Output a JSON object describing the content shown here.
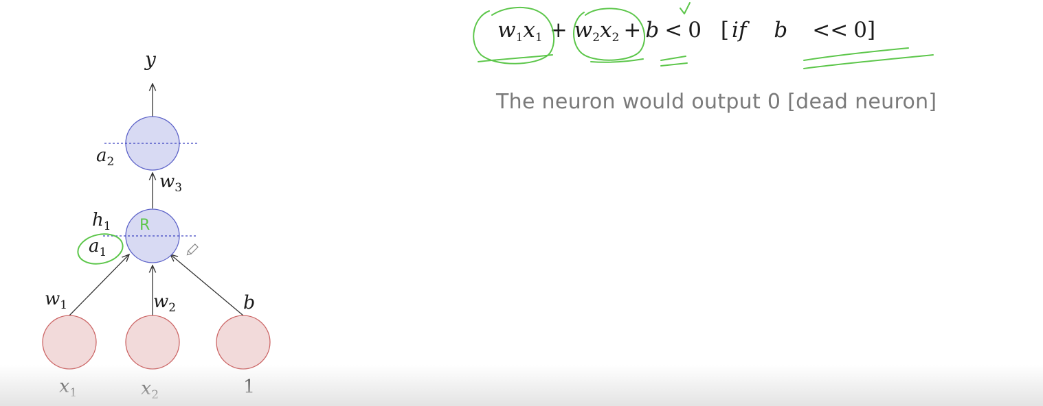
{
  "diagram": {
    "output_label": "y",
    "output_activation": {
      "base": "a",
      "sub": "2"
    },
    "hidden_preactivation": {
      "base": "h",
      "sub": "1"
    },
    "hidden_activation": {
      "base": "a",
      "sub": "1"
    },
    "hidden_mark": "R",
    "weights": {
      "w1": {
        "base": "w",
        "sub": "1"
      },
      "w2": {
        "base": "w",
        "sub": "2"
      },
      "w3": {
        "base": "w",
        "sub": "3"
      },
      "b": "b"
    },
    "inputs": {
      "x1": {
        "base": "x",
        "sub": "1"
      },
      "x2": {
        "base": "x",
        "sub": "2"
      },
      "bias": "1"
    },
    "colors": {
      "input_fill": "#f2dada",
      "input_stroke": "#cc6666",
      "neuron_fill": "#d8daf3",
      "neuron_stroke": "#5c62c8",
      "annotation": "#5cc64a"
    }
  },
  "equation": {
    "t1_w": {
      "base": "w",
      "sub": "1"
    },
    "t1_x": {
      "base": "x",
      "sub": "1"
    },
    "plus": "+",
    "t2_w": {
      "base": "w",
      "sub": "2"
    },
    "t2_x": {
      "base": "x",
      "sub": "2"
    },
    "b": "b",
    "lt": "<",
    "zero": "0",
    "open_bracket": "[",
    "if": "if",
    "b2": "b",
    "lt2": "<<",
    "zero2": "0",
    "close_bracket": "]"
  },
  "note": "The neuron would output 0 [dead neuron]"
}
